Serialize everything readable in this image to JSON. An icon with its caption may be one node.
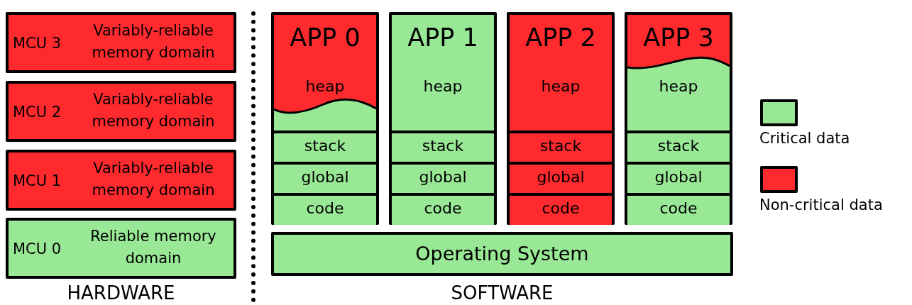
{
  "diagram": {
    "nodes": [
      {
        "text": [
          "MCU 3",
          "Variably-reliable memory domain"
        ]
      },
      {
        "text": [
          "MCU 2",
          "Variably-reliable memory domain"
        ]
      },
      {
        "text": [
          "MCU 1",
          "Variably-reliable memory domain"
        ]
      },
      {
        "text": [
          "MCU 0",
          "Reliable memory domain"
        ]
      },
      {
        "text": [
          "APP 0"
        ]
      },
      {
        "text": [
          "heap"
        ],
        "in": 4
      },
      {
        "text": [
          "stack"
        ],
        "in": 4
      },
      {
        "text": [
          "global"
        ],
        "in": 4
      },
      {
        "text": [
          "code"
        ],
        "in": 4
      },
      {
        "text": [
          "APP 1"
        ]
      },
      {
        "text": [
          "heap"
        ],
        "in": 9
      },
      {
        "text": [
          "stack"
        ],
        "in": 9
      },
      {
        "text": [
          "global"
        ],
        "in": 9
      },
      {
        "text": [
          "code"
        ],
        "in": 9
      },
      {
        "text": [
          "APP 2"
        ]
      },
      {
        "text": [
          "heap"
        ],
        "in": 14
      },
      {
        "text": [
          "stack"
        ],
        "in": 14
      },
      {
        "text": [
          "global"
        ],
        "in": 14
      },
      {
        "text": [
          "code"
        ],
        "in": 14
      },
      {
        "text": [
          "APP 3"
        ]
      },
      {
        "text": [
          "heap"
        ],
        "in": 19
      },
      {
        "text": [
          "stack"
        ],
        "in": 19
      },
      {
        "text": [
          "global"
        ],
        "in": 19
      },
      {
        "text": [
          "code"
        ],
        "in": 19
      },
      {
        "text": [
          "Operating System"
        ]
      }
    ],
    "labels": [
      "HARDWARE",
      "SOFTWARE"
    ],
    "legend": [
      {
        "text": "Critical data",
        "color": "#98e895"
      },
      {
        "text": "Non-critical data",
        "color": "#fe2a2e"
      }
    ]
  }
}
